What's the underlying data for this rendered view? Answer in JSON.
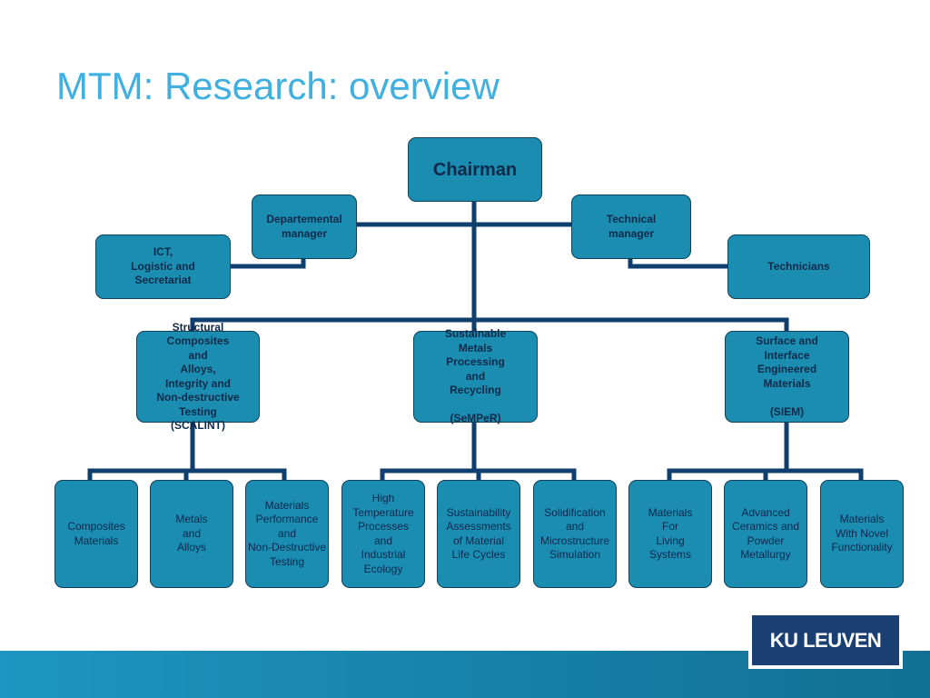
{
  "title": "MTM: Research: overview",
  "chairman": "Chairman",
  "departmental_manager": "Departemental\nmanager",
  "technical_manager": "Technical\nmanager",
  "ict": "ICT,\nLogistic and\nSecretariat",
  "technicians": "Technicians",
  "divisions": {
    "scalint": "Structural\nComposites\nand\nAlloys,\nIntegrity and\nNon-destructive\nTesting\n(SCALINT)",
    "sempr": "Sustainable\nMetals\nProcessing\nand\nRecycling\n\n(SeMPeR)",
    "siem": "Surface and\nInterface\nEngineered\nMaterials\n\n(SIEM)"
  },
  "units": [
    "Composites\nMaterials",
    "Metals\nand\nAlloys",
    "Materials\nPerformance\nand\nNon-Destructive\nTesting",
    "High\nTemperature\nProcesses\nand\nIndustrial\nEcology",
    "Sustainability\nAssessments\nof Material\nLife Cycles",
    "Solidification\nand\nMicrostructure\nSimulation",
    "Materials\nFor\nLiving\nSystems",
    "Advanced\nCeramics and\nPowder\nMetallurgy",
    "Materials\nWith Novel\nFunctionality"
  ],
  "logo_text": "KU LEUVEN",
  "colors": {
    "box_fill": "#1a8db0",
    "connector": "#0f3f6e",
    "title": "#3fb0e0",
    "footer": "#1e95c2",
    "logo": "#1a3f73"
  }
}
